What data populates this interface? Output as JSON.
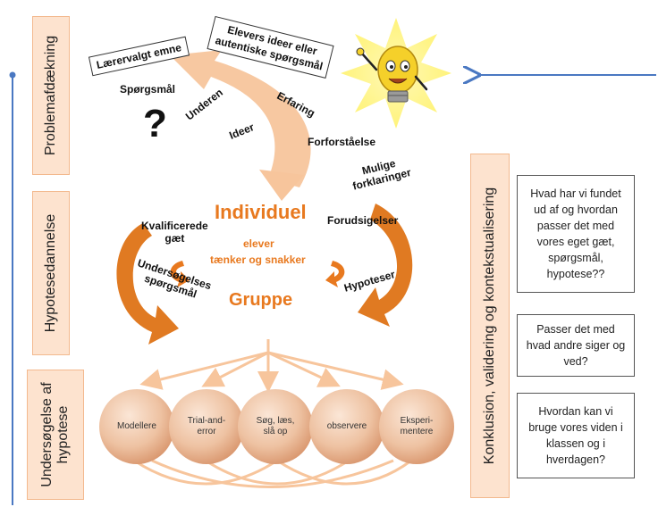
{
  "phases": {
    "problem": "Problemafdækning",
    "hypothesis": "Hypotesedannelse",
    "investigation_line1": "Undersøgelse af",
    "investigation_line2": "hypotese",
    "conclusion": "Konklusion, validering og kontekstualisering"
  },
  "sources": {
    "teacher_topic": "Lærervalgt emne",
    "student_ideas_line1": "Elevers ideer eller",
    "student_ideas_line2": "autentiske spørgsmål"
  },
  "keywords": {
    "questions": "Spørgsmål",
    "question_mark": "?",
    "wonder": "Underen",
    "ideas": "Ideer",
    "experience": "Erfaring",
    "preconception": "Forforståelse",
    "possible_explanations_line1": "Mulige",
    "possible_explanations_line2": "forklaringer",
    "qualified_guess_line1": "Kvalificerede",
    "qualified_guess_line2": "gæt",
    "prediction": "Forudsigelser",
    "research_questions_line1": "Undersøgelses",
    "research_questions_line2": "spørgsmål",
    "hypotheses": "Hypoteser"
  },
  "center": {
    "individual": "Individuel",
    "students": "elever",
    "think_talk": "tænker og snakker",
    "group": "Gruppe"
  },
  "methods": [
    "Modellere",
    "Trial-and-error",
    "Søg, læs, slå op",
    "observere",
    "Eksperi-mentere"
  ],
  "questions": [
    "Hvad har vi fundet ud af og hvordan passer det med vores eget gæt, spørgsmål, hypotese??",
    "Passer det med hvad andre siger og ved?",
    "Hvordan kan vi bruge vores viden i klassen og i hverdagen?"
  ],
  "colors": {
    "phase_fill": "#fde3cf",
    "arrow_orange": "#e07a22",
    "arrow_light": "#f7c59c",
    "sphere": "#e9b48f",
    "blue_line": "#4a78c2",
    "center_text": "#e8791f"
  }
}
